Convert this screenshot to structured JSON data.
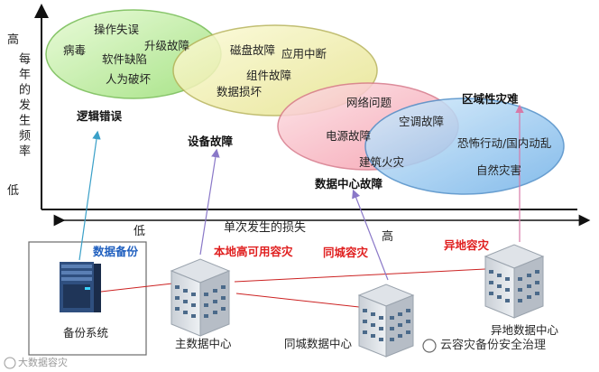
{
  "axes": {
    "y_high": "高",
    "y_low": "低",
    "y_label": "每年的发生频率",
    "x_low": "低",
    "x_high": "高",
    "x_label": "单次发生的损失"
  },
  "clusters": [
    {
      "category": "逻辑错误",
      "problems": [
        "操作失误",
        "病毒",
        "升级故障",
        "软件缺陷",
        "人为破坏"
      ]
    },
    {
      "category": "设备故障",
      "problems": [
        "磁盘故障",
        "应用中断",
        "组件故障",
        "数据损坏"
      ]
    },
    {
      "category": "数据中心故障",
      "problems": [
        "网络问题",
        "空调故障",
        "电源故障",
        "建筑火灾"
      ]
    },
    {
      "category": "区域性灾难",
      "problems": [
        "恐怖行动/国内动乱",
        "自然灾害"
      ]
    }
  ],
  "strategies": {
    "backup": "数据备份",
    "local_ha": "本地高可用容灾",
    "same_city": "同城容灾",
    "remote": "异地容灾"
  },
  "sites": {
    "backup_system": "备份系统",
    "main_dc": "主数据中心",
    "same_city_dc": "同城数据中心",
    "remote_dc": "异地数据中心"
  },
  "watermark": {
    "left": "大数据容灾",
    "right": "云容灾备份安全治理"
  },
  "colors": {
    "ellipse_green": "#b9ee9c",
    "ellipse_yellow": "#f3f1a6",
    "ellipse_pink": "#f9b7c2",
    "ellipse_blue": "#8fc4ee",
    "strategy_red": "#e02020",
    "strategy_blue": "#1f5fbf",
    "link_red": "#cc2222"
  }
}
